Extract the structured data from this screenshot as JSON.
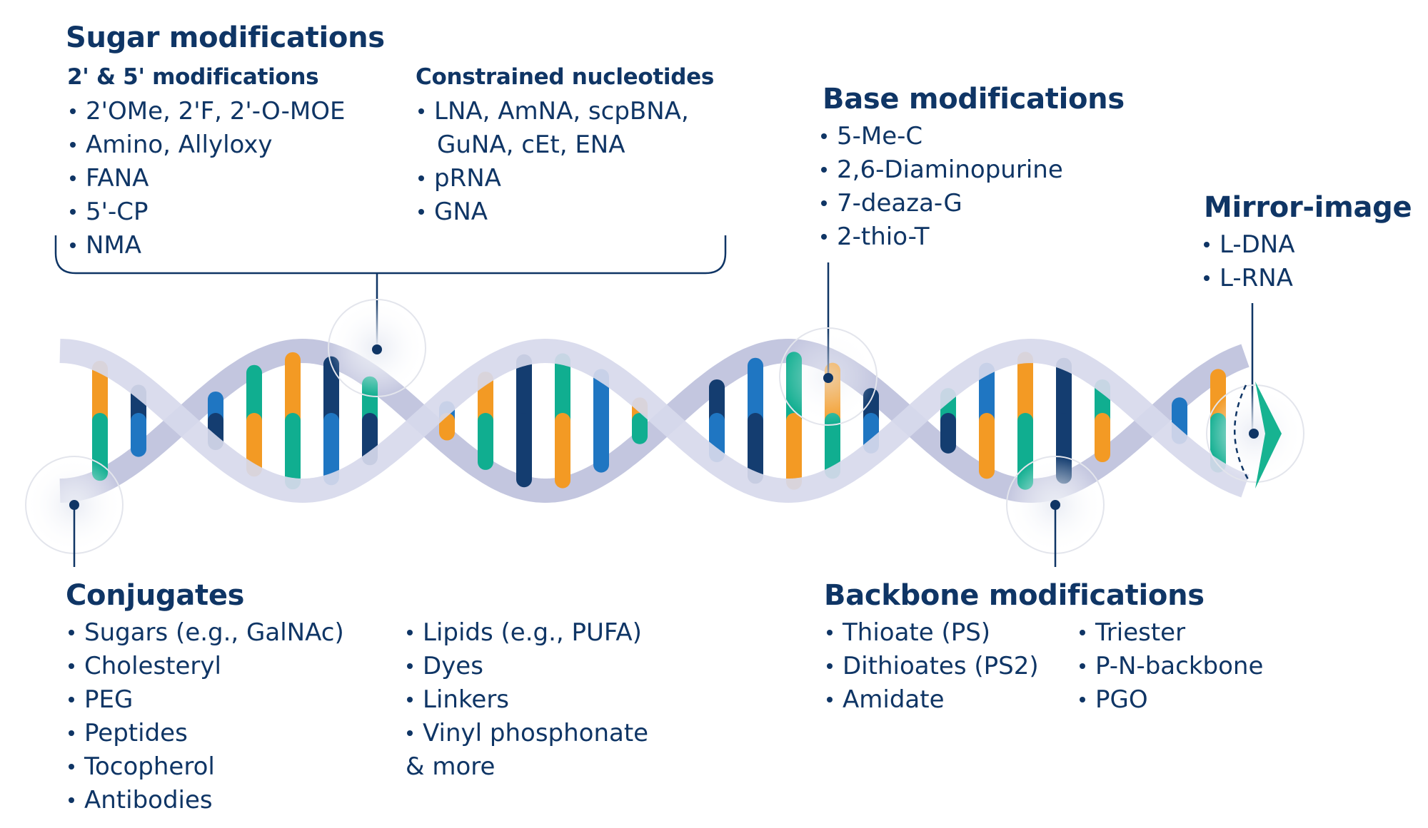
{
  "colors": {
    "text": "#0f3565",
    "ribbon": "#d7d9ec",
    "ribbon_dark": "#c3c6df",
    "bases": {
      "orange": "#f39a24",
      "teal": "#10ae90",
      "blue": "#1f76c2",
      "navy": "#143d70"
    },
    "mirror_accent": "#17b391"
  },
  "sugar": {
    "title": "Sugar modifications",
    "col1": {
      "title": "2' & 5' modifications",
      "items": [
        "2'OMe, 2'F, 2'-O-MOE",
        "Amino, Allyloxy",
        "FANA",
        "5'-CP",
        "NMA"
      ]
    },
    "col2": {
      "title": "Constrained nucleotides",
      "items": [
        "LNA, AmNA, scpBNA,",
        "pRNA",
        "GNA"
      ],
      "continuation": "GuNA, cEt, ENA"
    }
  },
  "base": {
    "title": "Base modifications",
    "items": [
      "5-Me-C",
      "2,6-Diaminopurine",
      "7-deaza-G",
      "2-thio-T"
    ]
  },
  "mirror": {
    "title": "Mirror-image",
    "items": [
      "L-DNA",
      "L-RNA"
    ]
  },
  "conjugates": {
    "title": "Conjugates",
    "col1": [
      "Sugars (e.g., GalNAc)",
      "Cholesteryl",
      "PEG",
      "Peptides",
      "Tocopherol",
      "Antibodies"
    ],
    "col2": [
      "Lipids (e.g., PUFA)",
      "Dyes",
      "Linkers",
      "Vinyl phosphonate"
    ],
    "more": "& more"
  },
  "backbone": {
    "title": "Backbone modifications",
    "col1": [
      "Thioate (PS)",
      "Dithioates (PS2)",
      "Amidate"
    ],
    "col2": [
      "Triester",
      "P-N-backbone",
      "PGO"
    ]
  }
}
